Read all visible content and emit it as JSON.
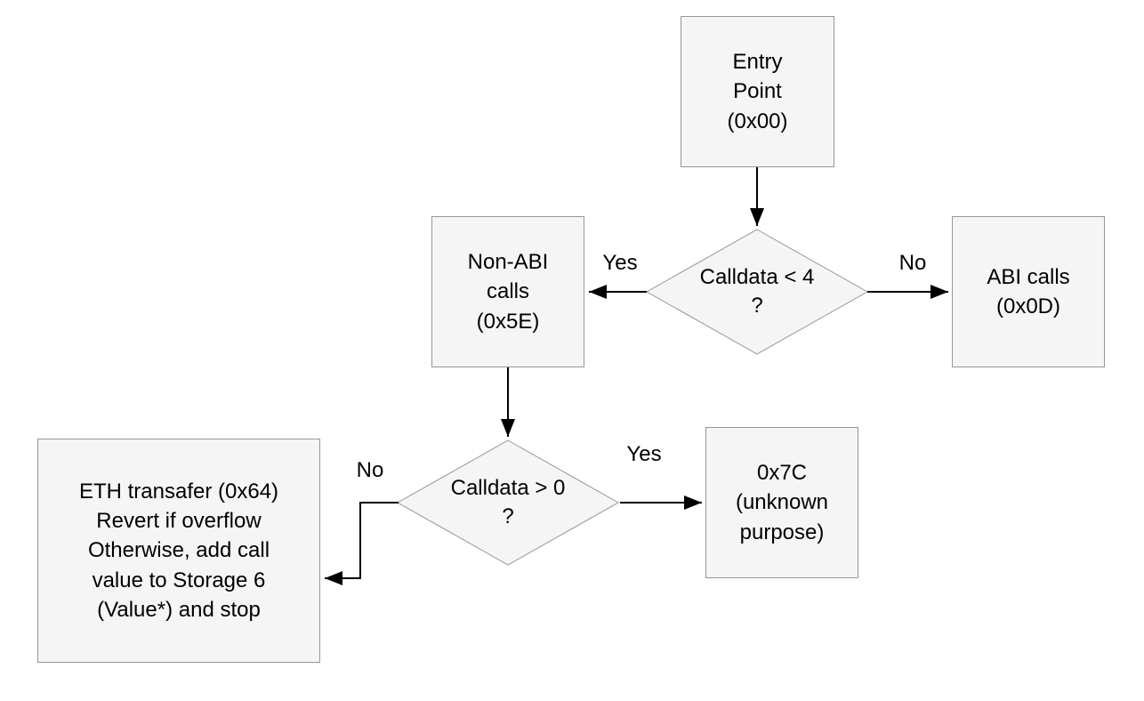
{
  "colors": {
    "background": "#ffffff",
    "node_fill": "#f5f5f5",
    "node_border": "#979797",
    "arrow": "#000000",
    "text": "#000000"
  },
  "nodes": {
    "entry_point": {
      "text": "Entry\nPoint\n(0x00)"
    },
    "non_abi_calls": {
      "text": "Non-ABI\ncalls\n(0x5E)"
    },
    "abi_calls": {
      "text": "ABI calls\n(0x0D)"
    },
    "eth_transfer": {
      "text": "ETH transafer (0x64)\nRevert if overflow\nOtherwise, add call\nvalue to Storage 6\n(Value*) and stop"
    },
    "unknown_0x7c": {
      "text": "0x7C\n(unknown\npurpose)"
    }
  },
  "decisions": {
    "calldata_lt_4": {
      "text": "Calldata < 4\n?"
    },
    "calldata_gt_0": {
      "text": "Calldata > 0\n?"
    }
  },
  "edge_labels": {
    "d1_yes": "Yes",
    "d1_no": "No",
    "d2_no": "No",
    "d2_yes": "Yes"
  }
}
